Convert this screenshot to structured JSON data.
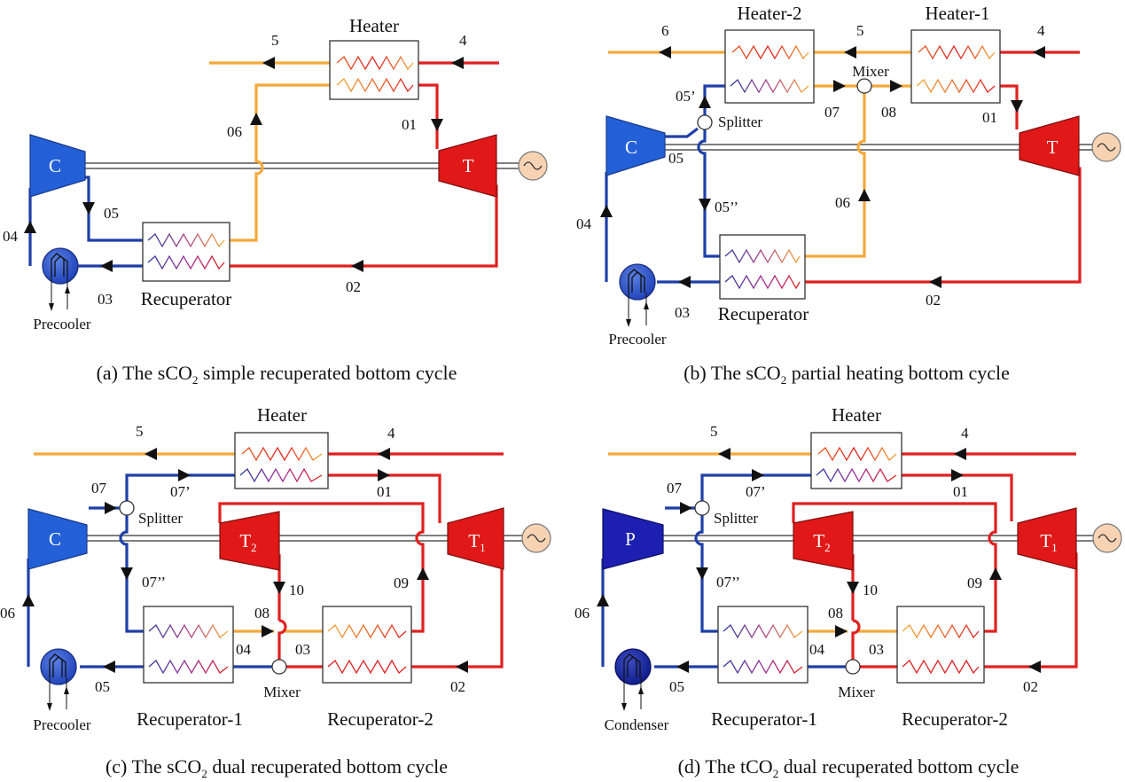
{
  "a": {
    "caption": {
      "pre": "(a) The sCO",
      "sub": "2",
      "post": " simple recuperated bottom cycle"
    },
    "heater": "Heater",
    "recuperator": "Recuperator",
    "precooler": "Precooler",
    "compressor": "C",
    "turbine": "T",
    "states": {
      "s5": "5",
      "s4": "4",
      "s06": "06",
      "s01": "01",
      "s05": "05",
      "s04": "04",
      "s03": "03",
      "s02": "02"
    }
  },
  "b": {
    "caption": {
      "pre": "(b) The sCO",
      "sub": "2",
      "post": " partial heating bottom cycle"
    },
    "heater2": "Heater-2",
    "heater1": "Heater-1",
    "mixer": "Mixer",
    "splitter": "Splitter",
    "recuperator": "Recuperator",
    "precooler": "Precooler",
    "compressor": "C",
    "turbine": "T",
    "states": {
      "s6": "6",
      "s5": "5",
      "s4": "4",
      "s05p": "05’",
      "s07": "07",
      "s08": "08",
      "s01": "01",
      "s05": "05",
      "s05pp": "05’’",
      "s06": "06",
      "s04": "04",
      "s03": "03",
      "s02": "02"
    }
  },
  "c": {
    "caption": {
      "pre": "(c) The sCO",
      "sub": "2",
      "post": " dual recuperated bottom cycle"
    },
    "heater": "Heater",
    "splitter": "Splitter",
    "mixer": "Mixer",
    "recuperator1": "Recuperator-1",
    "recuperator2": "Recuperator-2",
    "precooler": "Precooler",
    "compressor": "C",
    "turbine2": "T",
    "turbine2_sub": "2",
    "turbine1": "T",
    "turbine1_sub": "1",
    "states": {
      "s5": "5",
      "s4": "4",
      "s07": "07",
      "s07p": "07’",
      "s01": "01",
      "s07pp": "07’’",
      "s10": "10",
      "s09": "09",
      "s08": "08",
      "s06": "06",
      "s04": "04",
      "s03": "03",
      "s05": "05",
      "s02": "02"
    }
  },
  "d": {
    "caption": {
      "pre": "(d) The tCO",
      "sub": "2",
      "post": " dual recuperated bottom cycle"
    },
    "heater": "Heater",
    "splitter": "Splitter",
    "mixer": "Mixer",
    "recuperator1": "Recuperator-1",
    "recuperator2": "Recuperator-2",
    "condenser": "Condenser",
    "pump": "P",
    "turbine2": "T",
    "turbine2_sub": "2",
    "turbine1": "T",
    "turbine1_sub": "1",
    "states": {
      "s5": "5",
      "s4": "4",
      "s07": "07",
      "s07p": "07’",
      "s01": "01",
      "s07pp": "07’’",
      "s10": "10",
      "s09": "09",
      "s08": "08",
      "s06": "06",
      "s04": "04",
      "s03": "03",
      "s05": "05",
      "s02": "02"
    }
  }
}
